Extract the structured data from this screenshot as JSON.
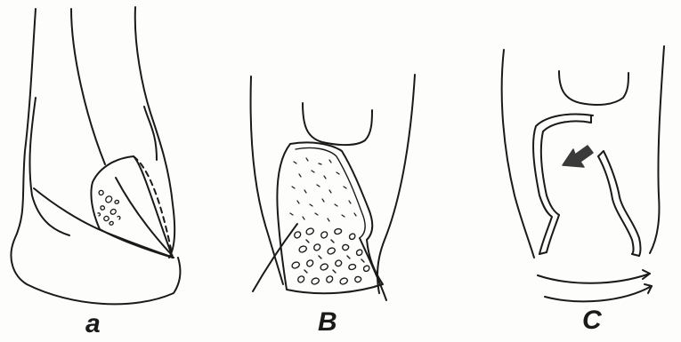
{
  "panels": [
    {
      "id": "a",
      "label": "a"
    },
    {
      "id": "b",
      "label": "B"
    },
    {
      "id": "c",
      "label": "C"
    }
  ],
  "colors": {
    "ink": "#1a1a1a",
    "paper": "#fdfdfb",
    "graft_fill": "#3a3a3a"
  }
}
